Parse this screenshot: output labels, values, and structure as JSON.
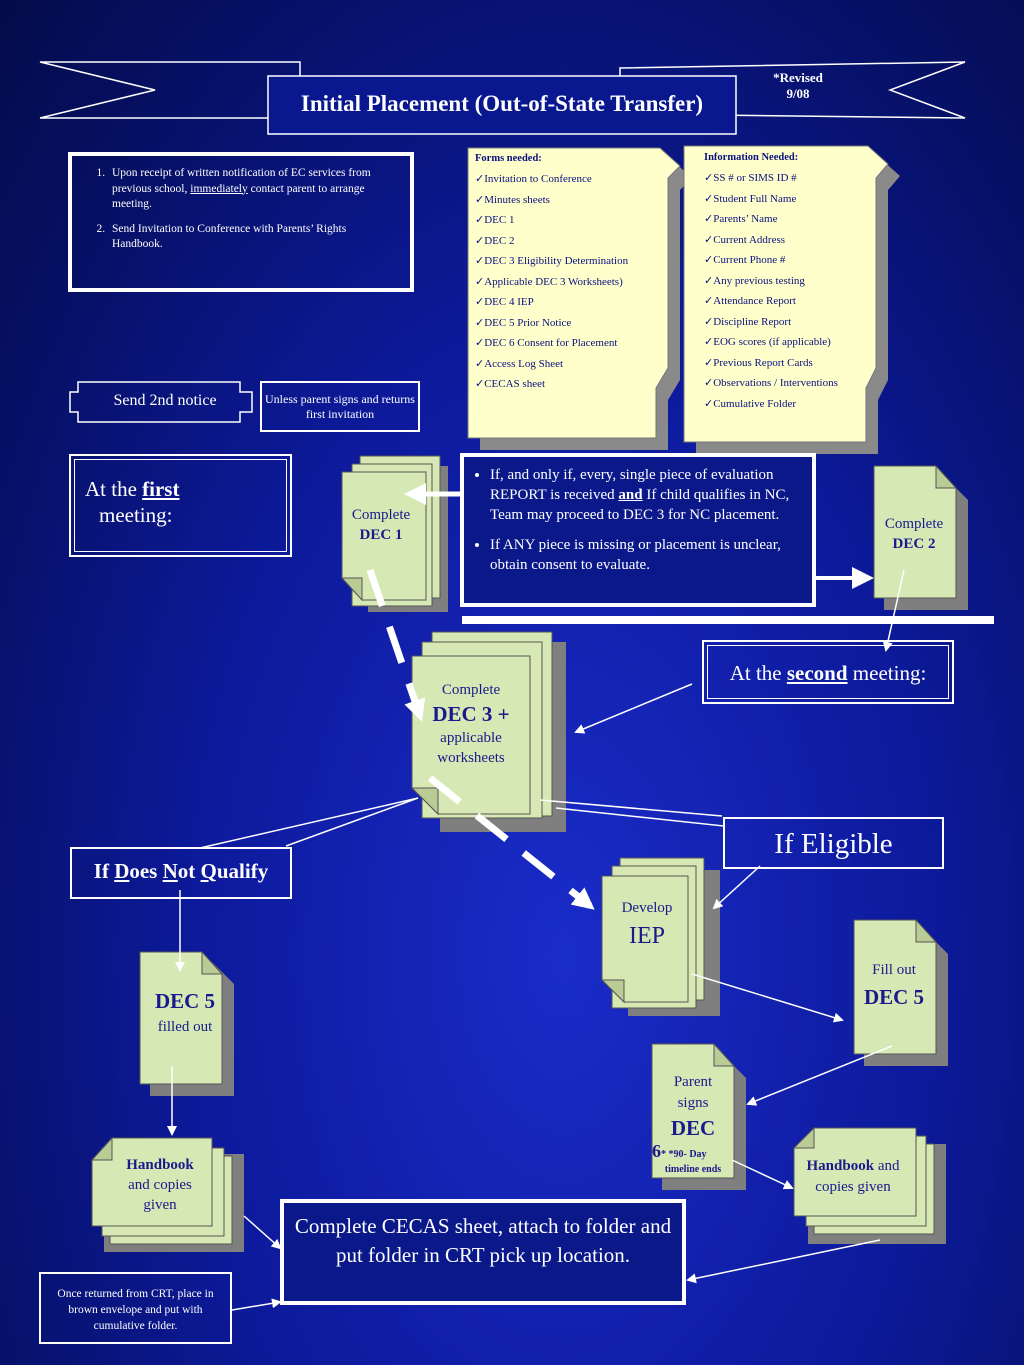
{
  "header": {
    "title": "Initial Placement (Out-of-State Transfer)",
    "revised_line1": "*Revised",
    "revised_line2": "9/08"
  },
  "steps": [
    {
      "num": "1.",
      "pre": "Upon receipt of written notification of EC services from previous school, ",
      "emph": "immediately",
      "post": " contact parent to arrange meeting."
    },
    {
      "num": "2.",
      "text": "Send Invitation to Conference with Parents’ Rights Handbook."
    }
  ],
  "forms_needed": {
    "heading": "Forms needed:",
    "items": [
      "Invitation to Conference",
      "Minutes sheets",
      "DEC 1",
      "DEC 2",
      "DEC 3 Eligibility Determination",
      "Applicable DEC 3 Worksheets)",
      "DEC 4  IEP",
      "DEC 5  Prior Notice",
      "DEC 6  Consent for Placement",
      "Access Log Sheet",
      "CECAS sheet"
    ]
  },
  "information_needed": {
    "heading": "Information Needed:",
    "items": [
      "SS # or SIMS ID #",
      "Student Full Name",
      "Parents’ Name",
      "Current Address",
      "Current Phone #",
      "Any previous testing",
      "Attendance Report",
      "Discipline Report",
      "EOG scores (if applicable)",
      "Previous Report Cards",
      "Observations / Interventions",
      "Cumulative Folder"
    ]
  },
  "check_glyph": "✓",
  "send_notice": "Send 2nd notice",
  "unless_note": "Unless parent signs and returns first invitation",
  "first_meeting": {
    "pre": "At the ",
    "emph": "first",
    "post": "meeting:"
  },
  "criteria": {
    "item1_pre": "If, and only if, every, single piece of evaluation REPORT is received ",
    "item1_emph": "and",
    "item1_post": " If child qualifies in NC, Team may proceed to DEC 3 for NC placement.",
    "item2": "If ANY piece is missing or placement is unclear, obtain consent to evaluate."
  },
  "dec1": {
    "line1": "Complete",
    "line2": "DEC 1"
  },
  "dec2": {
    "line1": "Complete",
    "line2": "DEC 2"
  },
  "second_meeting": {
    "pre": "At the ",
    "emph": "second",
    "post": " meeting:"
  },
  "dec3": {
    "line1": "Complete",
    "line2": "DEC 3 +",
    "line3": "applicable",
    "line4": "worksheets"
  },
  "not_qualify": {
    "p1": "If ",
    "u1": "D",
    "p2": "oes ",
    "u2": "N",
    "p3": "ot ",
    "u3": "Q",
    "p4": "ualify"
  },
  "eligible": "If Eligible",
  "iep": {
    "line1": "Develop",
    "line2": "IEP"
  },
  "dec5_left": {
    "line1": "DEC 5",
    "line2": "filled out"
  },
  "dec5_right": {
    "line1": "Fill out",
    "line2": "DEC 5"
  },
  "dec6": {
    "line1": "Parent",
    "line2": "signs",
    "line3": "DEC",
    "line4": "6",
    "line5": "* *90- Day",
    "line6": "timeline ends"
  },
  "handbook_left": {
    "bold": "Handbook",
    "rest": "and copies given"
  },
  "handbook_right": {
    "bold": "Handbook",
    "rest1": " and",
    "rest2": "copies given"
  },
  "cecas": "Complete CECAS sheet, attach to folder and put folder in CRT pick up location.",
  "crt_note": "Once returned from CRT, place in brown envelope and put with cumulative folder.",
  "colors": {
    "background": "#0d1a9c",
    "doc_fill": "#d6e8b4",
    "note_fill": "#ffffcc",
    "shadow": "#7f7f7f",
    "text_dark": "#1a1a8c"
  }
}
